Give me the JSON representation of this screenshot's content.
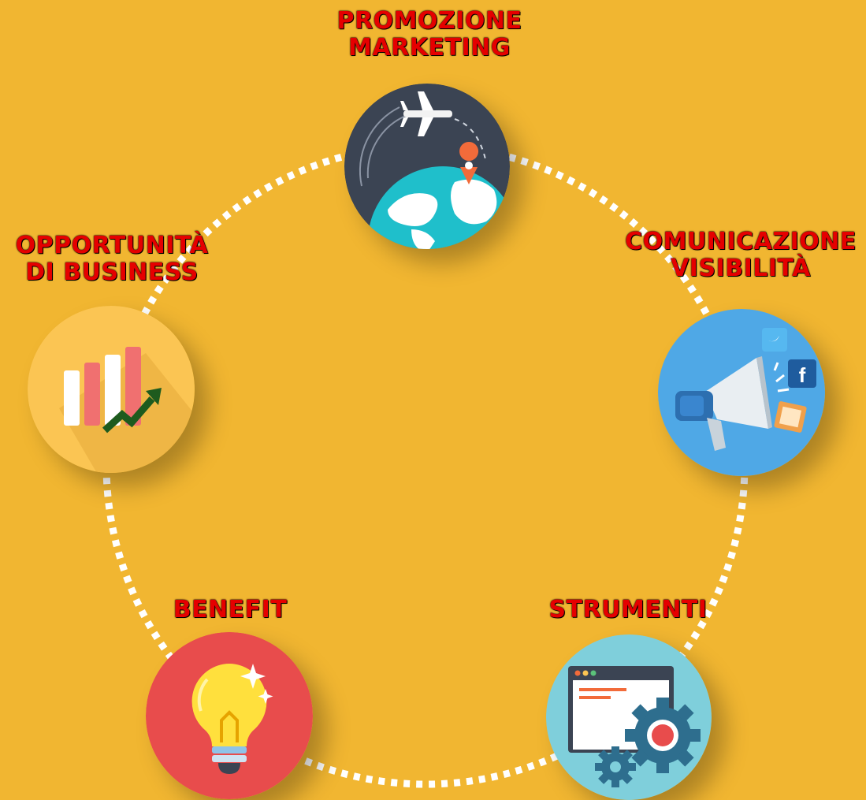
{
  "colors": {
    "background": "#F1B631",
    "label_text": "#E50000",
    "ring": "#FFFFFF"
  },
  "nodes": [
    {
      "id": "promozione",
      "line1": "PROMOZIONE",
      "line2": "MARKETING",
      "icon": "airplane-globe-icon",
      "color": "#3B4453"
    },
    {
      "id": "comunicazione",
      "line1": "COMUNICAZIONE",
      "line2": "VISIBILITÀ",
      "icon": "megaphone-social-icon",
      "color": "#4FA8E6"
    },
    {
      "id": "strumenti",
      "line1": "STRUMENTI",
      "line2": "",
      "icon": "browser-gears-icon",
      "color": "#7FCFDB"
    },
    {
      "id": "benefit",
      "line1": "BENEFIT",
      "line2": "",
      "icon": "lightbulb-icon",
      "color": "#E84C4C"
    },
    {
      "id": "opportunita",
      "line1": "OPPORTUNITÀ",
      "line2": "DI BUSINESS",
      "icon": "bar-chart-growth-icon",
      "color": "#FBC553"
    }
  ]
}
